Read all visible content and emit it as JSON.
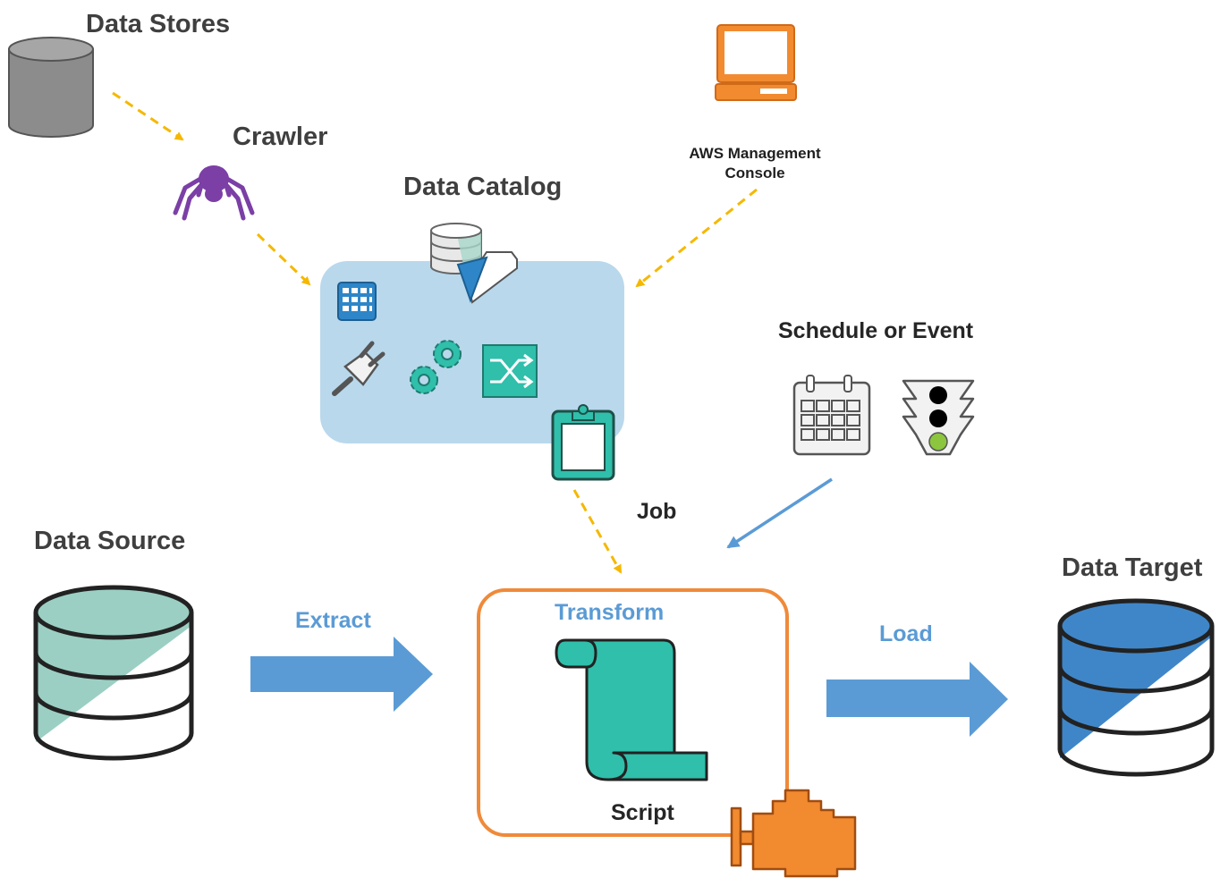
{
  "labels": {
    "data_stores": "Data Stores",
    "crawler": "Crawler",
    "data_catalog": "Data Catalog",
    "aws_console_line1": "AWS Management",
    "aws_console_line2": "Console",
    "schedule_or_event": "Schedule or Event",
    "job": "Job",
    "data_source": "Data Source",
    "extract": "Extract",
    "transform": "Transform",
    "script": "Script",
    "load": "Load",
    "data_target": "Data Target"
  },
  "icons": [
    "database-icon",
    "spider-icon",
    "monitor-icon",
    "table-grid-icon",
    "plug-icon",
    "gears-icon",
    "shuffle-icon",
    "clipboard-icon",
    "database-folder-icon",
    "calendar-icon",
    "traffic-light-icon",
    "scroll-icon",
    "engine-icon"
  ],
  "colors": {
    "dashed_arrow": "#f5b800",
    "blue_arrow": "#5b9bd5",
    "catalog_bg": "#b9d8ec",
    "transform_border": "#ef8a3a",
    "teal": "#2fbfab",
    "orange": "#f28a30",
    "purple": "#7b3fa6"
  }
}
